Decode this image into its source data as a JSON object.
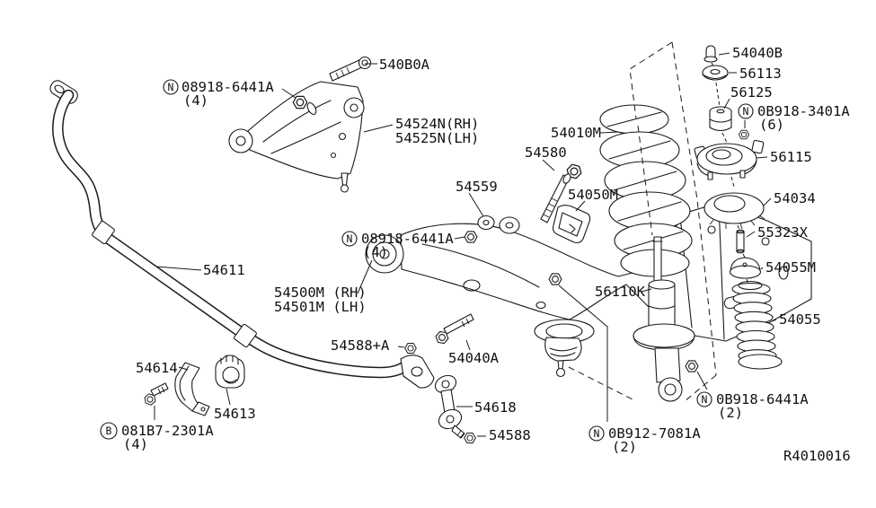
{
  "labels": {
    "bolt_upper": "540B0A",
    "nut_upper_num": "08918-6441A",
    "nut_upper_qty": "(4)",
    "upper_arm_rh": "54524N(RH)",
    "upper_arm_lh": "54525N(LH)",
    "coil_spring": "54010M",
    "bolt_54580": "54580",
    "washer_54559": "54559",
    "bracket_54050m": "54050M",
    "nut_mid_num": "08918-6441A",
    "nut_mid_qty": "(4)",
    "stabilizer_bar": "54611",
    "lower_arm_rh": "54500M (RH)",
    "lower_arm_lh": "54501M (LH)",
    "strut_56110k": "56110K",
    "nut_54588a": "54588+A",
    "bolt_54040a": "54040A",
    "clamp_54614": "54614",
    "bushing_54613": "54613",
    "bolt_081b7_num": "081B7-2301A",
    "bolt_081b7_qty": "(4)",
    "link_54618": "54618",
    "nut_54588": "54588",
    "nut_bottom_right_num": "0B918-6441A",
    "nut_bottom_right_qty": "(2)",
    "bolt_bottom_mid_num": "0B912-7081A",
    "bolt_bottom_mid_qty": "(2)",
    "ref_code": "R4010016",
    "cap_54040b": "54040B",
    "washer_56113": "56113",
    "bushing_56125": "56125",
    "nut_right_num": "0B918-3401A",
    "nut_right_qty": "(6)",
    "mount_56115": "56115",
    "seat_54034": "54034",
    "pin_55323x": "55323X",
    "bump_stop_54055m": "54055M",
    "boot_54055": "54055",
    "symbol_n": "N",
    "symbol_b": "B"
  }
}
